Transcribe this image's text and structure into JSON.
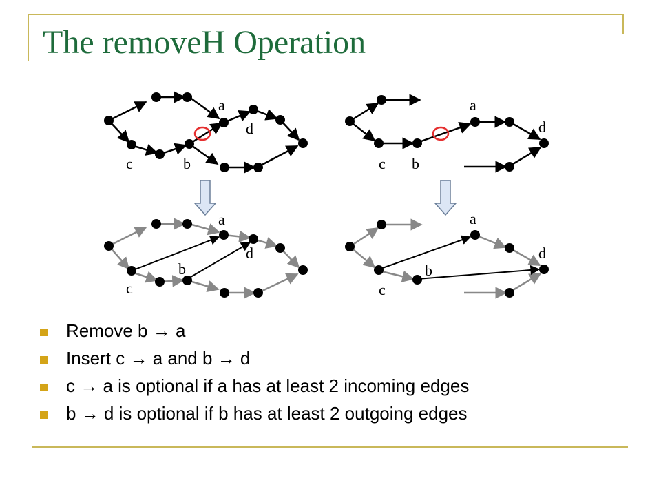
{
  "slide": {
    "title": "The removeH Operation",
    "accent_color": "#1e6b3b",
    "frame_color": "#c9b85a",
    "bullet_color": "#d4a418"
  },
  "diagram": {
    "labels": {
      "a": "a",
      "b": "b",
      "c": "c",
      "d": "d"
    },
    "edge_colors": {
      "original": "#000000",
      "faded": "#888888",
      "removed_marker": "#e53030"
    }
  },
  "bullets": [
    {
      "text": "Remove b → a"
    },
    {
      "text": "Insert c → a and b → d"
    },
    {
      "text": "c → a is optional if a has at least 2 incoming edges"
    },
    {
      "text": "b → d is optional if b has at least 2 outgoing edges"
    }
  ]
}
